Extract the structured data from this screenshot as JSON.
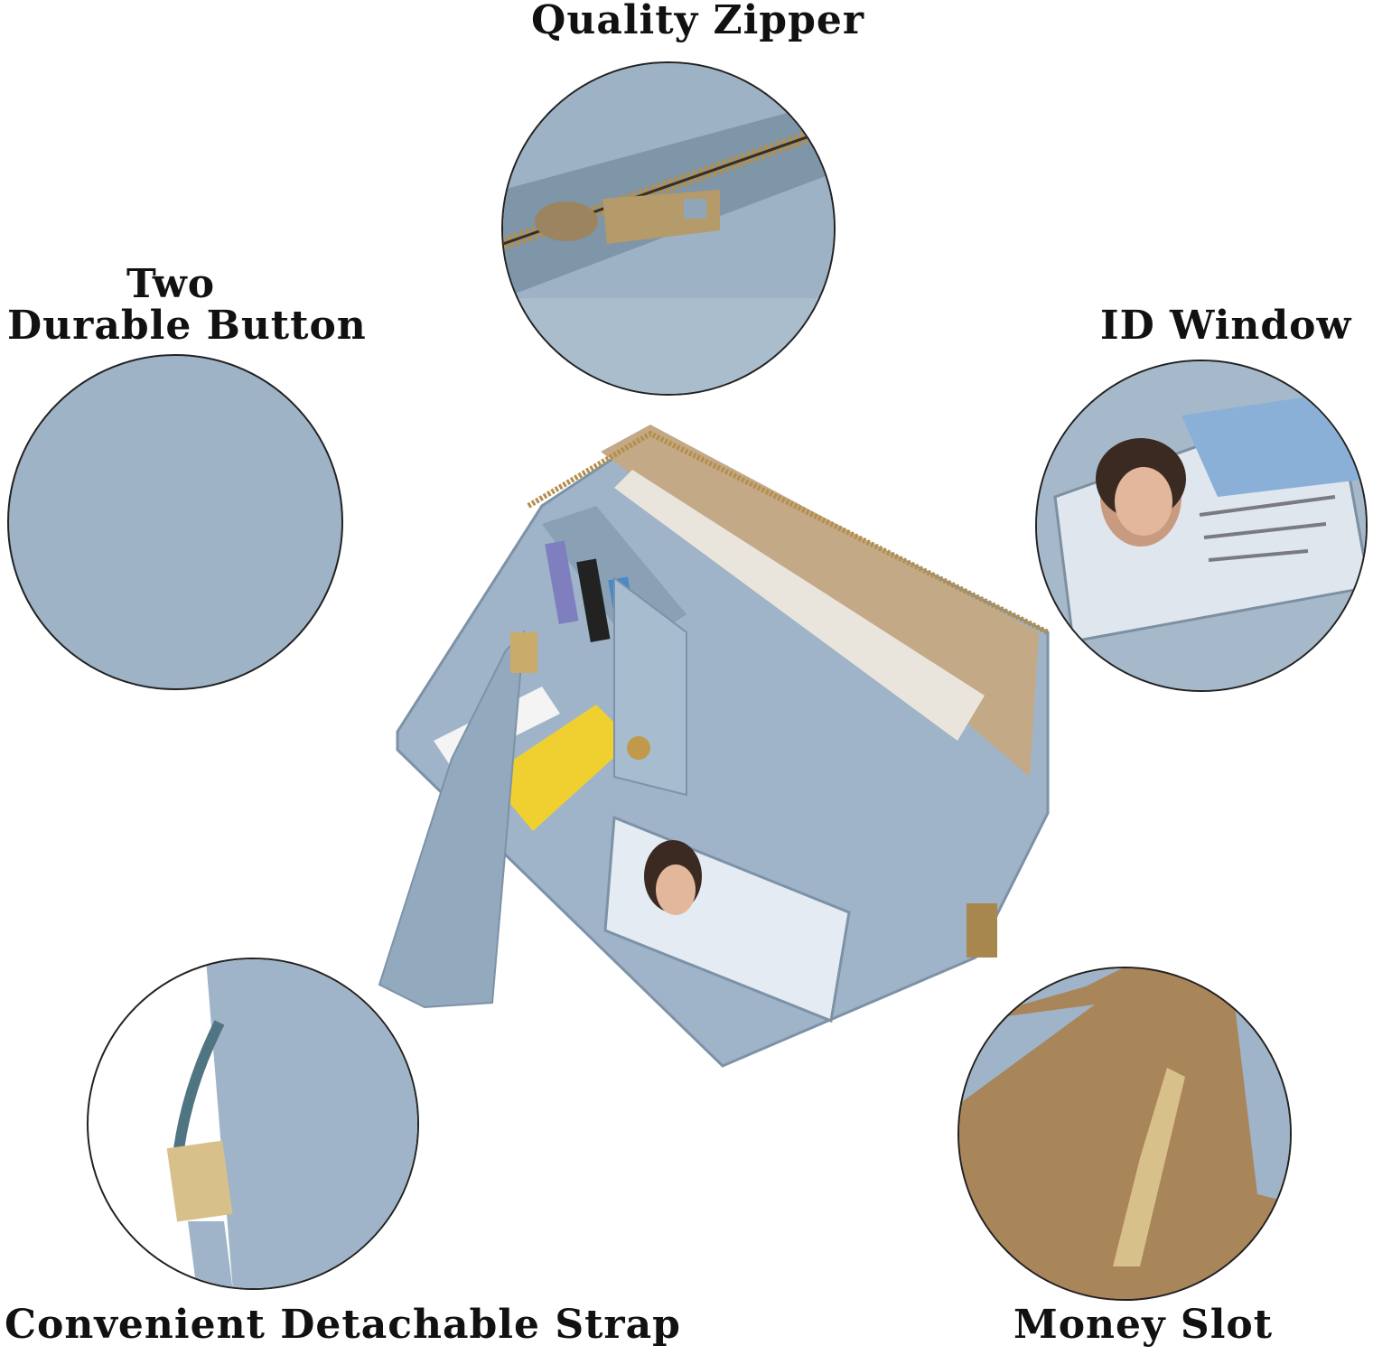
{
  "labels": {
    "quality_zipper": "Quality Zipper",
    "two": "Two",
    "durable_button": "Durable Button",
    "id_window": "ID Window",
    "strap": "Convenient Detachable Strap",
    "money_slot": "Money Slot"
  },
  "colors": {
    "leather_blue": "#9fb4c8",
    "gold": "#b8955a",
    "lining_tan": "#c4a987"
  }
}
